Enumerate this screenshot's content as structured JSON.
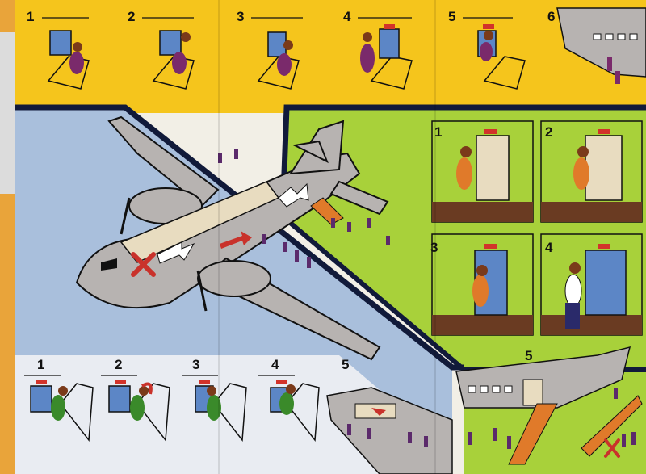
{
  "colors": {
    "yellow": "#f5c51c",
    "blue": "#a9bfdc",
    "green": "#a8d13a",
    "navy": "#111a3a",
    "plane": "#b7b3b1",
    "exit_red": "#d2332a",
    "arrow_red": "#c9322b",
    "floor": "#6a3b22",
    "door_panel": "#e8dcc0",
    "window_blue": "#5c86c6"
  },
  "top_strip": {
    "steps": [
      "1",
      "2",
      "3",
      "4",
      "5",
      "6"
    ]
  },
  "door_panel": {
    "steps": [
      "1",
      "2",
      "3",
      "4",
      "5"
    ]
  },
  "bottom_strip": {
    "steps": [
      "1",
      "2",
      "3",
      "4",
      "5"
    ]
  },
  "icons": [
    "exit-sign-icon",
    "arrow-icon",
    "do-not-x-icon"
  ]
}
